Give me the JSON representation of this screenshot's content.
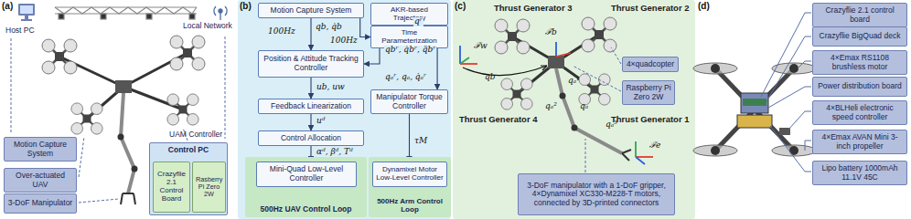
{
  "diagram": {
    "nodes": [
      {
        "text": [
          "Motion Capture System"
        ]
      },
      {
        "text": [
          "Over-actuated UAV"
        ]
      },
      {
        "text": [
          "3-DoF Manipulator"
        ]
      },
      {
        "text": [
          "Control PC"
        ]
      },
      {
        "text": [
          "Crazyflie 2.1 Control Board"
        ],
        "in": 3
      },
      {
        "text": [
          "Rasberry Pi Zero 2W"
        ],
        "in": 3
      },
      {
        "text": [
          "Motion Capture System"
        ]
      },
      {
        "text": [
          "AKR-based Trajectory"
        ]
      },
      {
        "text": [
          "Time Parameterization"
        ]
      },
      {
        "text": [
          "Position & Attitude Tracking Controller"
        ]
      },
      {
        "text": [
          "Manipulator Torque Controller"
        ]
      },
      {
        "text": [
          "Feedback Linearization"
        ]
      },
      {
        "text": [
          "Control Allocation"
        ]
      },
      {
        "text": [
          "500Hz UAV Control Loop"
        ]
      },
      {
        "text": [
          "Mini-Quad Low-Level Controller"
        ],
        "in": 13
      },
      {
        "text": [
          "500Hz Arm Control Loop"
        ]
      },
      {
        "text": [
          "Dynamixel Motor Low-Level Controller"
        ],
        "in": 15
      },
      {
        "text": [
          "4×quadcopter"
        ]
      },
      {
        "text": [
          "Raspberry Pi Zero 2W"
        ]
      },
      {
        "text": [
          "3-DoF manipulator with a 1-DoF gripper, 4×Dynamixel XC330-M228-T motors, connected by 3D-printed connectors"
        ]
      },
      {
        "text": [
          "Crazyflie 2.1 control board"
        ]
      },
      {
        "text": [
          "Crazyflie BigQuad deck"
        ]
      },
      {
        "text": [
          "4×Emax RS1108 brushless motor"
        ]
      },
      {
        "text": [
          "Power distribution board"
        ]
      },
      {
        "text": [
          "4×BLHeli electronic speed controller"
        ]
      },
      {
        "text": [
          "4×Emax AVAN Mini 3-inch propeller"
        ]
      },
      {
        "text": [
          "Lipo battery 1000mAh 11.1V 45C"
        ]
      }
    ],
    "edges": [
      {
        "from": 6,
        "to": 9,
        "arrow": "to",
        "label": "100Hz"
      },
      {
        "from": 6,
        "to": 8,
        "arrow": "to",
        "label": "100Hz"
      },
      {
        "from": 7,
        "to": 8,
        "arrow": "to",
        "label": "qʳ"
      },
      {
        "from": 8,
        "to": 9,
        "arrow": "to",
        "label": "qbʳ, q̇bʳ, q̈bʳ"
      },
      {
        "from": 8,
        "to": 10,
        "arrow": "to",
        "label": "qₐʳ, qₐ, q̇ₐʳ"
      },
      {
        "from": 9,
        "to": 11,
        "arrow": "to",
        "label": "ub, uw"
      },
      {
        "from": 11,
        "to": 12,
        "arrow": "to",
        "label": "uᵈ"
      },
      {
        "from": 12,
        "to": 14,
        "arrow": "to",
        "label": "αᵈ, βᵈ, Tᵈ"
      },
      {
        "from": 10,
        "to": 16,
        "arrow": "to",
        "label": "τM"
      }
    ],
    "labels": [
      "(a)",
      "Host PC",
      "Local Network",
      "UAM Controller",
      "(b)",
      "qb, q̇b",
      "(c)",
      "Thrust Generator 3",
      "Thrust Generator 2",
      "Thrust Generator 4",
      "Thrust Generator 1",
      "ℱw",
      "ℱb",
      "qb",
      "qₐ¹",
      "qₐ²",
      "qₐ",
      "qₐ³",
      "ℱe",
      "(d)"
    ]
  }
}
